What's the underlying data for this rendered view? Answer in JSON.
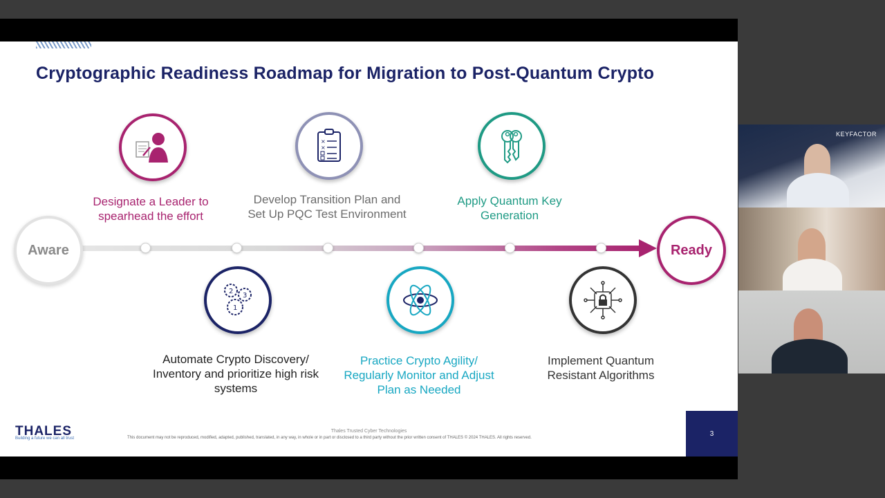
{
  "slide": {
    "title": "Cryptographic Readiness Roadmap for Migration to Post-Quantum Crypto",
    "start_label": "Aware",
    "end_label": "Ready",
    "steps_top": [
      {
        "label": "Designate a Leader to spearhead the effort",
        "icon": "leader-icon",
        "color": "#a8236f"
      },
      {
        "label": "Develop Transition Plan and Set Up PQC Test Environment",
        "icon": "checklist-icon",
        "color": "#8e91b5"
      },
      {
        "label": "Apply Quantum Key Generation",
        "icon": "keys-icon",
        "color": "#1e9a84"
      }
    ],
    "steps_bottom": [
      {
        "label": "Automate Crypto Discovery/ Inventory and prioritize high risk systems",
        "icon": "gears-icon",
        "color": "#1b2366"
      },
      {
        "label": "Practice Crypto Agility/ Regularly Monitor and Adjust Plan as Needed",
        "icon": "atom-icon",
        "color": "#17a7c2"
      },
      {
        "label": "Implement Quantum Resistant Algorithms",
        "icon": "lock-circuit-icon",
        "color": "#333333"
      }
    ],
    "footer": {
      "logo": "THALES",
      "tagline": "Building a future we can all trust",
      "company": "Thales Trusted Cyber Technologies",
      "legal": "This document may not be reproduced, modified, adapted, published, translated, in any way, in whole or in part or disclosed to a third party without the prior written consent of THALES © 2024 THALES. All rights reserved.",
      "page_number": "3"
    }
  },
  "participants": {
    "tile1_tag": "KEYFACTOR"
  }
}
